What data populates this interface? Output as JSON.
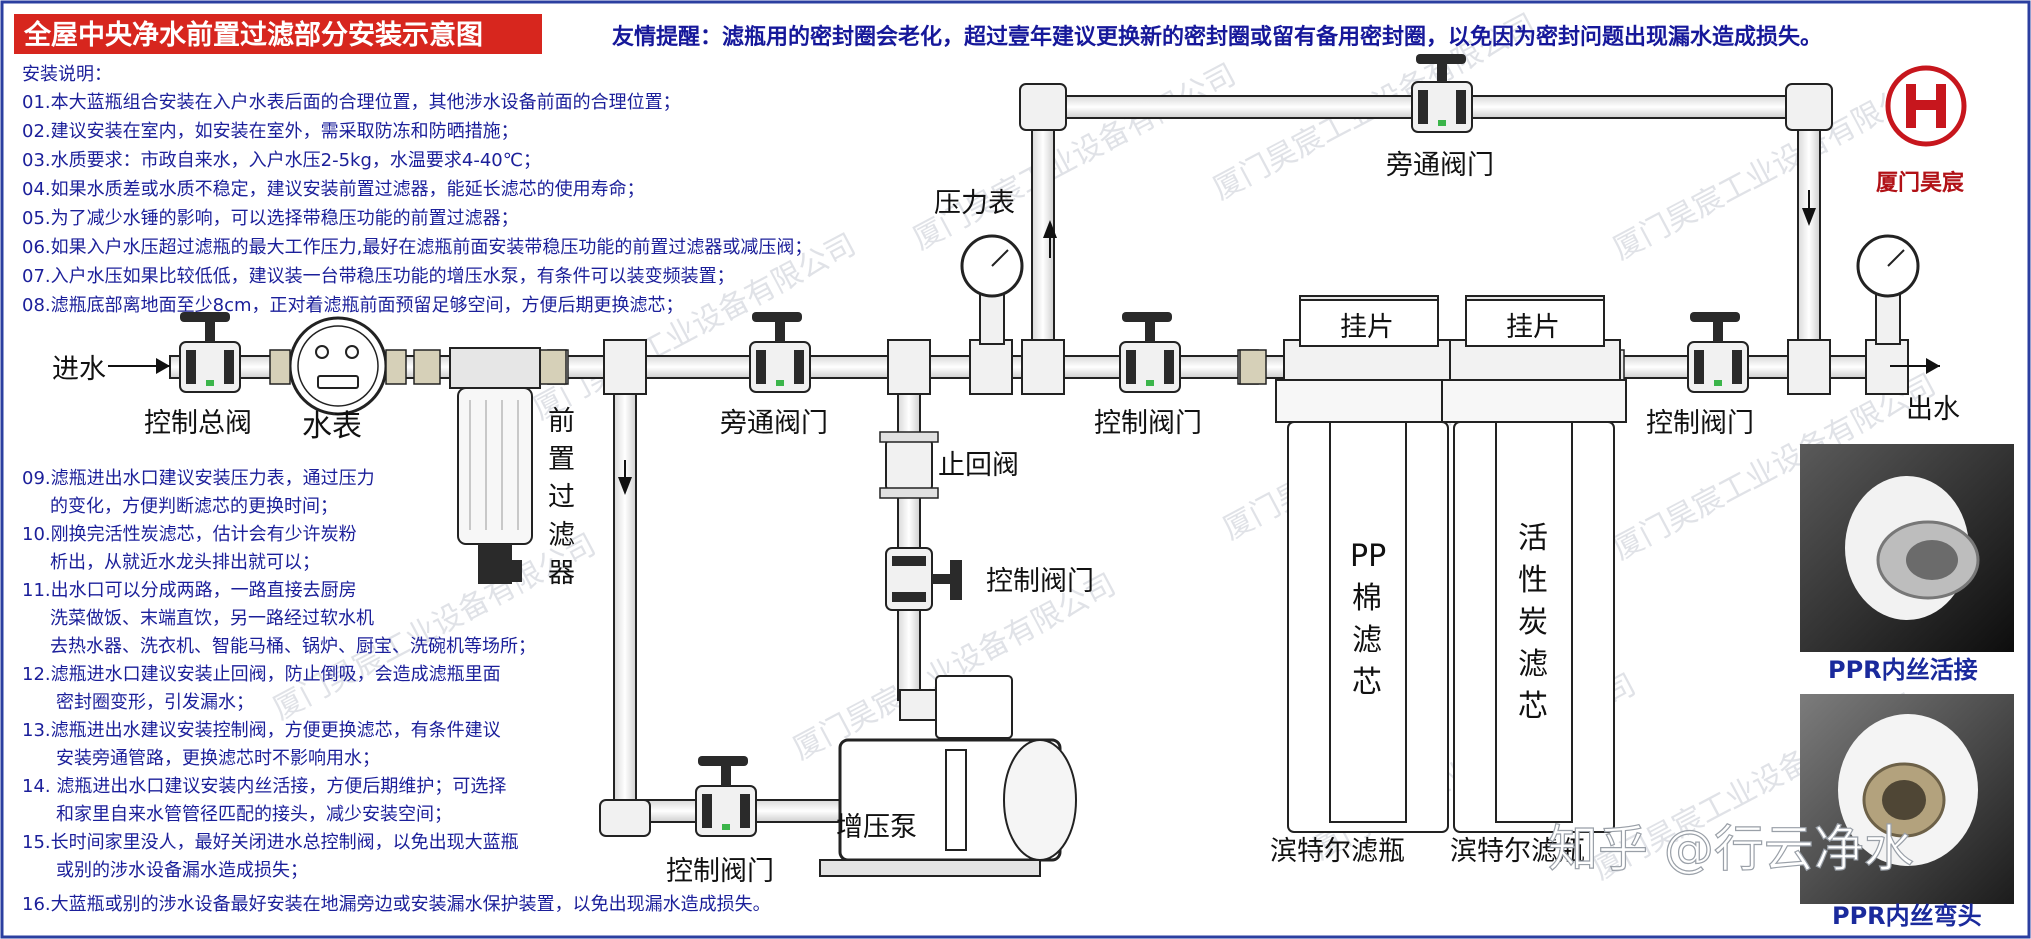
{
  "title": "全屋中央净水前置过滤部分安装示意图",
  "reminder": "友情提醒：滤瓶用的密封圈会老化，超过壹年建议更换新的密封圈或留有备用密封圈，以免因为密封问题出现漏水造成损失。",
  "instructions_heading": "安装说明：",
  "instructions": [
    "01.本大蓝瓶组合安装在入户水表后面的合理位置，其他涉水设备前面的合理位置；",
    "02.建议安装在室内，如安装在室外，需采取防冻和防晒措施；",
    "03.水质要求：市政自来水，入户水压2-5kg，水温要求4-40℃；",
    "04.如果水质差或水质不稳定，建议安装前置过滤器，能延长滤芯的使用寿命；",
    "05.为了减少水锤的影响，可以选择带稳压功能的前置过滤器；",
    "06.如果入户水压超过滤瓶的最大工作压力,最好在滤瓶前面安装带稳压功能的前置过滤器或减压阀；",
    "07.入户水压如果比较低低，建议装一台带稳压功能的增压水泵，有条件可以装变频装置；",
    "08.滤瓶底部离地面至少8cm，正对着滤瓶前面预留足够空间，方便后期更换滤芯；"
  ],
  "instructions_lower": [
    "09.滤瓶进出水口建议安装压力表，通过压力",
    "的变化，方便判断滤芯的更换时间；",
    "10.刚换完活性炭滤芯，估计会有少许炭粉",
    "析出，从就近水龙头排出就可以；",
    "11.出水口可以分成两路，一路直接去厨房",
    "洗菜做饭、末端直饮，另一路经过软水机",
    "去热水器、洗衣机、智能马桶、锅炉、厨宝、洗碗机等场所；",
    "12.滤瓶进水口建议安装止回阀，防止倒吸，会造成滤瓶里面",
    "密封圈变形，引发漏水；",
    "13.滤瓶进出水建议安装控制阀，方便更换滤芯，有条件建议",
    "安装旁通管路，更换滤芯时不影响用水；",
    "14. 滤瓶进出水口建议安装内丝活接，方便后期维护；可选择",
    "和家里自来水管管径匹配的接头，减少安装空间；",
    "15.长时间家里没人，最好关闭进水总控制阀，以免出现大蓝瓶",
    "或别的涉水设备漏水造成损失；",
    "16.大蓝瓶或别的涉水设备最好安装在地漏旁边或安装漏水保护装置，以免出现漏水造成损失。"
  ],
  "labels": {
    "inlet": "进水",
    "main_valve": "控制总阀",
    "meter": "水表",
    "prefilter": [
      "前",
      "置",
      "过",
      "滤",
      "器"
    ],
    "bypass_valve_low": "旁通阀门",
    "bypass_valve_top": "旁通阀门",
    "pressure_gauge": "压力表",
    "check_valve": "止回阀",
    "control_valve_mid": "控制阀门",
    "control_valve_branch": "控制阀门",
    "control_valve_pump": "控制阀门",
    "control_valve_out": "控制阀门",
    "pump": "增压泵",
    "hook_left": "挂片",
    "hook_right": "挂片",
    "cartridge_pp": [
      "PP",
      "棉",
      "滤",
      "芯"
    ],
    "cartridge_carbon": [
      "活",
      "性",
      "炭",
      "滤",
      "芯"
    ],
    "housing_left": "滨特尔滤瓶",
    "housing_right": "滨特尔滤瓶",
    "outlet": "出水"
  },
  "brand": "厦门昊宸",
  "photos": {
    "union": "PPR内丝活接",
    "elbow": "PPR内丝弯头"
  },
  "watermark_text": "厦门昊宸工业设备有限公司",
  "credit": "知乎 @行云净水",
  "colors": {
    "title_bg": "#d7261e",
    "instruction_text": "#1b1f9a",
    "valve_green": "#3bb54a"
  }
}
